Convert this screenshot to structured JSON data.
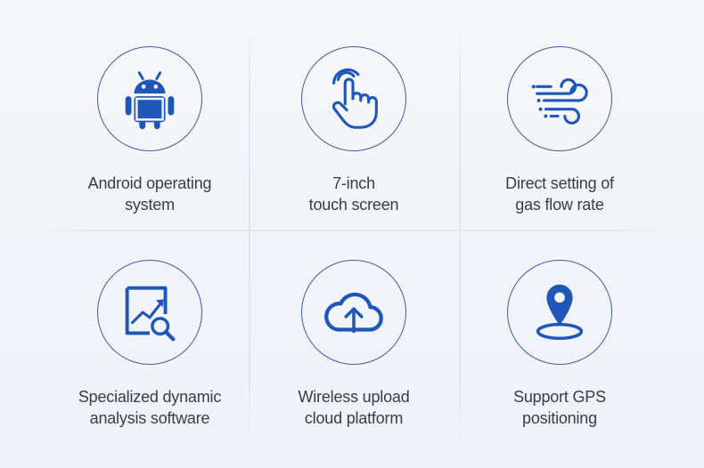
{
  "colors": {
    "icon_primary": "#1f57b8",
    "icon_stroke": "#3d5f9d",
    "text": "#3a3d44",
    "background": "#f3f5f9"
  },
  "features": [
    {
      "icon": "android-icon",
      "label": "Android operating\nsystem"
    },
    {
      "icon": "touch-hand-icon",
      "label": "7-inch\ntouch screen"
    },
    {
      "icon": "wind-flow-icon",
      "label": "Direct setting of\ngas flow rate"
    },
    {
      "icon": "chart-analysis-icon",
      "label": "Specialized dynamic\nanalysis software"
    },
    {
      "icon": "cloud-upload-icon",
      "label": "Wireless upload\ncloud platform"
    },
    {
      "icon": "location-pin-icon",
      "label": "Support GPS\npositioning"
    }
  ]
}
